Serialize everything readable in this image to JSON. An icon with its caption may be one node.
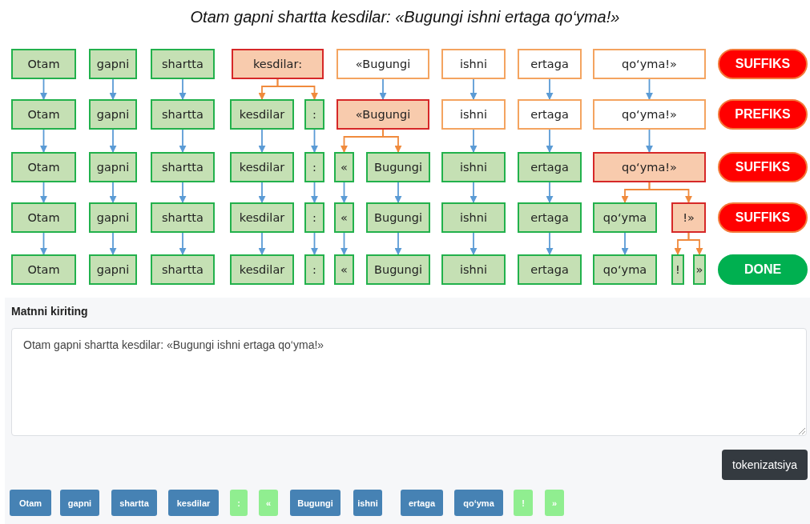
{
  "diagram": {
    "title": "Otam gapni shartta kesdilar: «Bugungi ishni ertaga qo‘yma!»",
    "nodes": [
      {
        "text": [
          "Otam"
        ]
      },
      {
        "text": [
          "gapni"
        ]
      },
      {
        "text": [
          "shartta"
        ]
      },
      {
        "text": [
          "kesdilar:"
        ]
      },
      {
        "text": [
          "«Bugungi"
        ]
      },
      {
        "text": [
          "ishni"
        ]
      },
      {
        "text": [
          "ertaga"
        ]
      },
      {
        "text": [
          "qo‘yma!»"
        ]
      },
      {
        "text": [
          "SUFFIKS"
        ]
      },
      {
        "text": [
          "Otam"
        ]
      },
      {
        "text": [
          "gapni"
        ]
      },
      {
        "text": [
          "shartta"
        ]
      },
      {
        "text": [
          "kesdilar"
        ]
      },
      {
        "text": [
          ":"
        ]
      },
      {
        "text": [
          "«Bugungi"
        ]
      },
      {
        "text": [
          "ishni"
        ]
      },
      {
        "text": [
          "ertaga"
        ]
      },
      {
        "text": [
          "qo‘yma!»"
        ]
      },
      {
        "text": [
          "PREFIKS"
        ]
      },
      {
        "text": [
          "Otam"
        ]
      },
      {
        "text": [
          "gapni"
        ]
      },
      {
        "text": [
          "shartta"
        ]
      },
      {
        "text": [
          "kesdilar"
        ]
      },
      {
        "text": [
          ":"
        ]
      },
      {
        "text": [
          "«"
        ]
      },
      {
        "text": [
          "Bugungi"
        ]
      },
      {
        "text": [
          "ishni"
        ]
      },
      {
        "text": [
          "ertaga"
        ]
      },
      {
        "text": [
          "qo‘yma!»"
        ]
      },
      {
        "text": [
          "SUFFIKS"
        ]
      },
      {
        "text": [
          "Otam"
        ]
      },
      {
        "text": [
          "gapni"
        ]
      },
      {
        "text": [
          "shartta"
        ]
      },
      {
        "text": [
          "kesdilar"
        ]
      },
      {
        "text": [
          ":"
        ]
      },
      {
        "text": [
          "«"
        ]
      },
      {
        "text": [
          "Bugungi"
        ]
      },
      {
        "text": [
          "ishni"
        ]
      },
      {
        "text": [
          "ertaga"
        ]
      },
      {
        "text": [
          "qo‘yma"
        ]
      },
      {
        "text": [
          "!»"
        ]
      },
      {
        "text": [
          "SUFFIKS"
        ]
      },
      {
        "text": [
          "Otam"
        ]
      },
      {
        "text": [
          "gapni"
        ]
      },
      {
        "text": [
          "shartta"
        ]
      },
      {
        "text": [
          "kesdilar"
        ]
      },
      {
        "text": [
          ":"
        ]
      },
      {
        "text": [
          "«"
        ]
      },
      {
        "text": [
          "Bugungi"
        ]
      },
      {
        "text": [
          "ishni"
        ]
      },
      {
        "text": [
          "ertaga"
        ]
      },
      {
        "text": [
          "qo‘yma"
        ]
      },
      {
        "text": [
          "!"
        ]
      },
      {
        "text": [
          "»"
        ]
      },
      {
        "text": [
          "DONE"
        ]
      }
    ],
    "edges": [
      {
        "from": 0,
        "to": 9,
        "arrow": "to"
      },
      {
        "from": 1,
        "to": 10,
        "arrow": "to"
      },
      {
        "from": 2,
        "to": 11,
        "arrow": "to"
      },
      {
        "from": 3,
        "to": 12,
        "arrow": "to",
        "color": "#f08a3c"
      },
      {
        "from": 3,
        "to": 13,
        "arrow": "to",
        "color": "#f08a3c"
      },
      {
        "from": 4,
        "to": 14,
        "arrow": "to"
      },
      {
        "from": 5,
        "to": 15,
        "arrow": "to"
      },
      {
        "from": 6,
        "to": 16,
        "arrow": "to"
      },
      {
        "from": 7,
        "to": 17,
        "arrow": "to"
      },
      {
        "from": 9,
        "to": 19,
        "arrow": "to"
      },
      {
        "from": 10,
        "to": 20,
        "arrow": "to"
      },
      {
        "from": 11,
        "to": 21,
        "arrow": "to"
      },
      {
        "from": 12,
        "to": 22,
        "arrow": "to"
      },
      {
        "from": 13,
        "to": 23,
        "arrow": "to"
      },
      {
        "from": 14,
        "to": 24,
        "arrow": "to",
        "color": "#f08a3c"
      },
      {
        "from": 14,
        "to": 25,
        "arrow": "to",
        "color": "#f08a3c"
      },
      {
        "from": 15,
        "to": 26,
        "arrow": "to"
      },
      {
        "from": 16,
        "to": 27,
        "arrow": "to"
      },
      {
        "from": 17,
        "to": 28,
        "arrow": "to"
      },
      {
        "from": 19,
        "to": 30,
        "arrow": "to"
      },
      {
        "from": 20,
        "to": 31,
        "arrow": "to"
      },
      {
        "from": 21,
        "to": 32,
        "arrow": "to"
      },
      {
        "from": 22,
        "to": 33,
        "arrow": "to"
      },
      {
        "from": 23,
        "to": 34,
        "arrow": "to"
      },
      {
        "from": 24,
        "to": 35,
        "arrow": "to"
      },
      {
        "from": 25,
        "to": 36,
        "arrow": "to"
      },
      {
        "from": 26,
        "to": 37,
        "arrow": "to"
      },
      {
        "from": 27,
        "to": 38,
        "arrow": "to"
      },
      {
        "from": 28,
        "to": 39,
        "arrow": "to",
        "color": "#f08a3c"
      },
      {
        "from": 28,
        "to": 40,
        "arrow": "to",
        "color": "#f08a3c"
      },
      {
        "from": 30,
        "to": 42,
        "arrow": "to"
      },
      {
        "from": 31,
        "to": 43,
        "arrow": "to"
      },
      {
        "from": 32,
        "to": 44,
        "arrow": "to"
      },
      {
        "from": 33,
        "to": 45,
        "arrow": "to"
      },
      {
        "from": 34,
        "to": 46,
        "arrow": "to"
      },
      {
        "from": 35,
        "to": 47,
        "arrow": "to"
      },
      {
        "from": 36,
        "to": 48,
        "arrow": "to"
      },
      {
        "from": 37,
        "to": 49,
        "arrow": "to"
      },
      {
        "from": 38,
        "to": 50,
        "arrow": "to"
      },
      {
        "from": 39,
        "to": 51,
        "arrow": "to"
      },
      {
        "from": 40,
        "to": 52,
        "arrow": "to",
        "color": "#f08a3c"
      },
      {
        "from": 40,
        "to": 53,
        "arrow": "to",
        "color": "#f08a3c"
      }
    ],
    "labels": [
      "Matnni kiriting",
      "Otam gapni shartta kesdilar: «Bugungi ishni ertaga qo‘yma!»",
      "tokenizatsiya",
      "Otam",
      "gapni",
      "shartta",
      "kesdilar",
      ":",
      "«",
      "Bugungi",
      "ishni",
      "ertaga",
      "qo‘yma",
      "!",
      "»"
    ]
  }
}
